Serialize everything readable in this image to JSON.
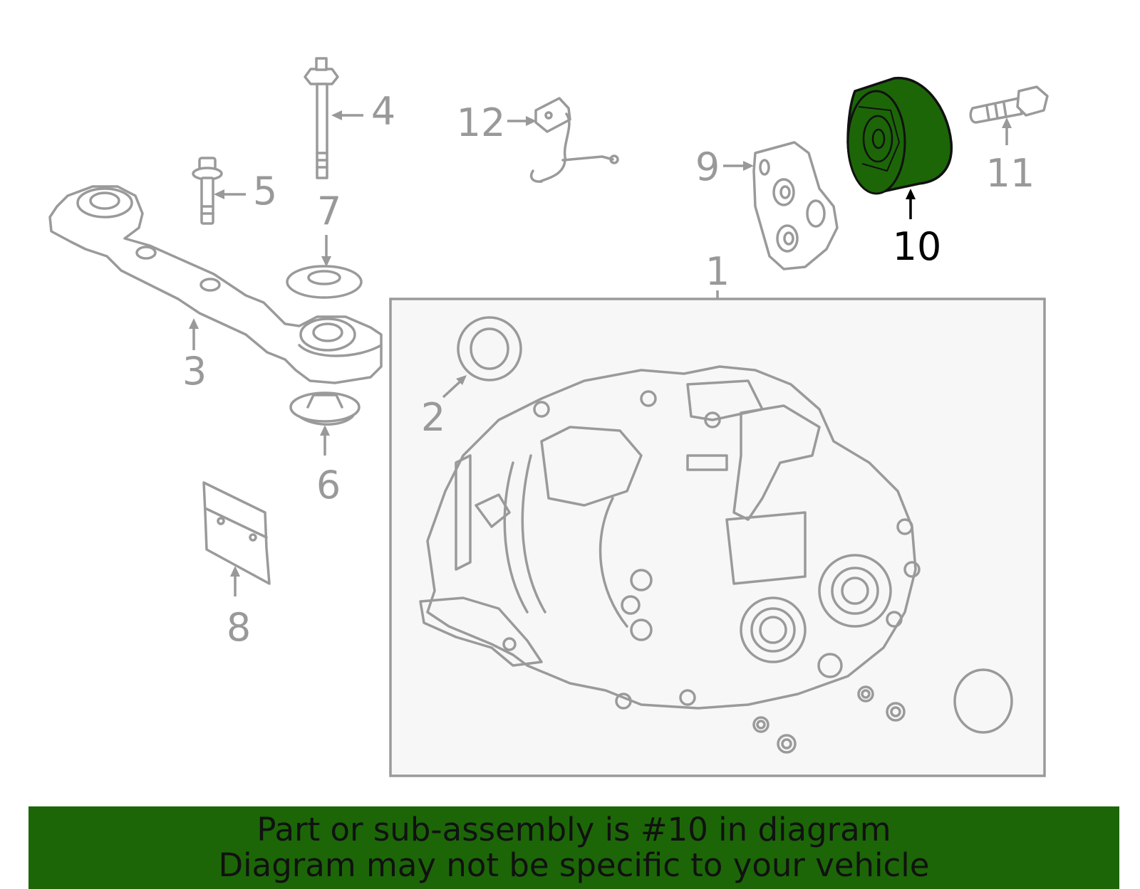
{
  "callouts": {
    "c1": "1",
    "c2": "2",
    "c3": "3",
    "c4": "4",
    "c5": "5",
    "c6": "6",
    "c7": "7",
    "c8": "8",
    "c9": "9",
    "c10": "10",
    "c11": "11",
    "c12": "12"
  },
  "highlight": {
    "part_number": "10",
    "color": "#1c6608"
  },
  "banner": {
    "line1": "Part or sub-assembly is #10 in diagram",
    "line2": "Diagram may not be specific to your vehicle"
  }
}
